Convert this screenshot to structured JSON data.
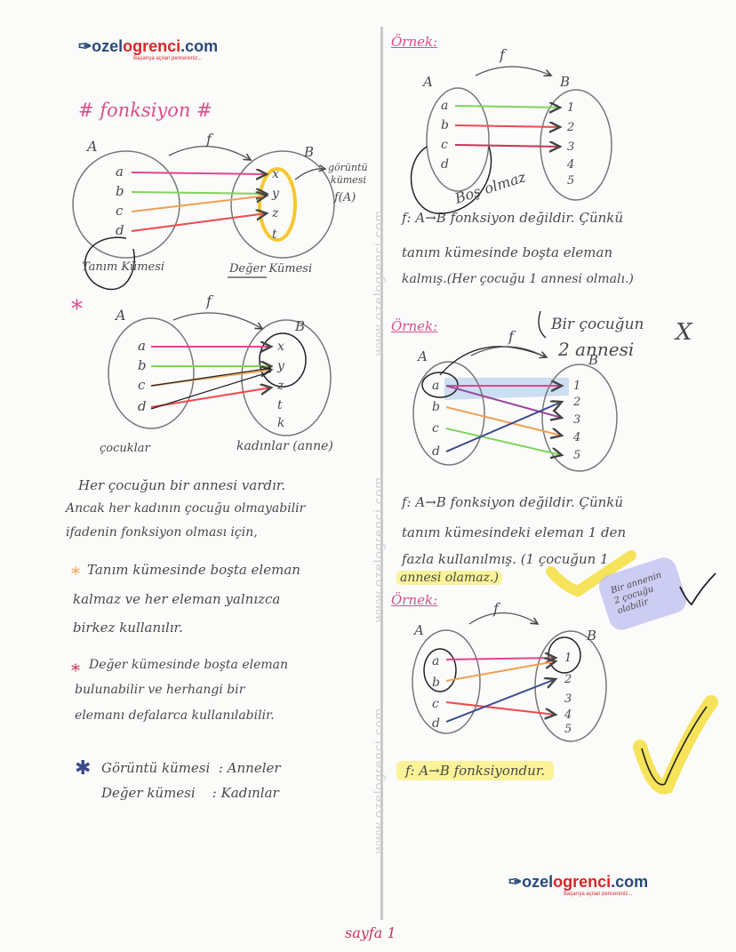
{
  "logo_top": {
    "name_a": "ozel",
    "name_b": "ogrenci",
    "name_c": ".com",
    "tagline": "Başarıya açılan pencereniz..."
  },
  "logo_bottom": {
    "name_a": "ozel",
    "name_b": "ogrenci",
    "name_c": ".com",
    "tagline": "Başarıya açılan pencereniz..."
  },
  "watermark": "www.ozelogrenci.com",
  "left": {
    "title": "# fonksiyon #",
    "diagram1": {
      "set_a": "A",
      "set_b": "B",
      "func": "f",
      "a_elems": [
        "a",
        "b",
        "c",
        "d"
      ],
      "b_elems": [
        "x",
        "y",
        "z",
        "t"
      ],
      "image_note": [
        "görüntü",
        "kümesi",
        "f(A)"
      ],
      "domain_label": "Tanım Kümesi",
      "codomain_label": "Değer Kümesi"
    },
    "star": "*",
    "diagram2": {
      "set_a": "A",
      "set_b": "B",
      "func": "f",
      "a_elems": [
        "a",
        "b",
        "c",
        "d"
      ],
      "b_elems": [
        "x",
        "y",
        "z",
        "t",
        "k"
      ],
      "domain_label": "çocuklar",
      "codomain_label": "kadınlar (anne)"
    },
    "para1": [
      "Her çocuğun bir annesi vardır.",
      "Ancak her kadının çocuğu olmayabilir",
      "ifadenin fonksiyon olması için,"
    ],
    "rule1": [
      "Tanım kümesinde boşta eleman",
      "kalmaz ve her eleman yalnızca",
      "birkez kullanılır."
    ],
    "rule2": [
      "Değer kümesinde boşta eleman",
      "bulunabilir ve herhangi bir",
      "elemanı defalarca kullanılabilir."
    ],
    "summary": [
      {
        "k": "Görüntü kümesi",
        "v": ": Anneler"
      },
      {
        "k": "Değer kümesi",
        "v": ": Kadınlar"
      }
    ]
  },
  "right": {
    "ex1": {
      "label": "Örnek:",
      "set_a": "A",
      "set_b": "B",
      "func": "f",
      "a_elems": [
        "a",
        "b",
        "c",
        "d"
      ],
      "b_elems": [
        "1",
        "2",
        "3",
        "4",
        "5"
      ],
      "note": "Boş olmaz",
      "text": [
        "f: A→B fonksiyon değildir. Çünkü",
        "tanım kümesinde boşta eleman",
        "kalmış.(Her çocuğu 1 annesi olmalı.)"
      ]
    },
    "ex2": {
      "label": "Örnek:",
      "set_a": "A",
      "set_b": "B",
      "func": "f",
      "a_elems": [
        "a",
        "b",
        "c",
        "d"
      ],
      "b_elems": [
        "1",
        "2",
        "3",
        "4",
        "5"
      ],
      "note": [
        "Bir çocuğun",
        "2 annesi"
      ],
      "cross": "X",
      "text": [
        "f: A→B fonksiyon değildir. Çünkü",
        "tanım kümesindeki eleman 1 den",
        "fazla kullanılmış. (1 çocuğun 1"
      ],
      "text_hl": "annesi olamaz.)"
    },
    "ex3": {
      "label": "Örnek:",
      "set_a": "A",
      "set_b": "B",
      "func": "f",
      "a_elems": [
        "a",
        "b",
        "c",
        "d"
      ],
      "b_elems": [
        "1",
        "2",
        "3",
        "4",
        "5"
      ],
      "note": [
        "Bir annenin",
        "2 çocuğu",
        "olabilir"
      ],
      "text": "f: A→B fonksiyondur."
    }
  },
  "footer": "sayfa 1",
  "colors": {
    "pink": "#e0458f",
    "green": "#7fd45a",
    "orange": "#f0a050",
    "red": "#ee4a4a",
    "navy": "#3a4a8a",
    "yellow": "#f6e35a",
    "blue": "#9fc0ea",
    "lavender": "#bcbcef",
    "crimson": "#c8355a"
  }
}
